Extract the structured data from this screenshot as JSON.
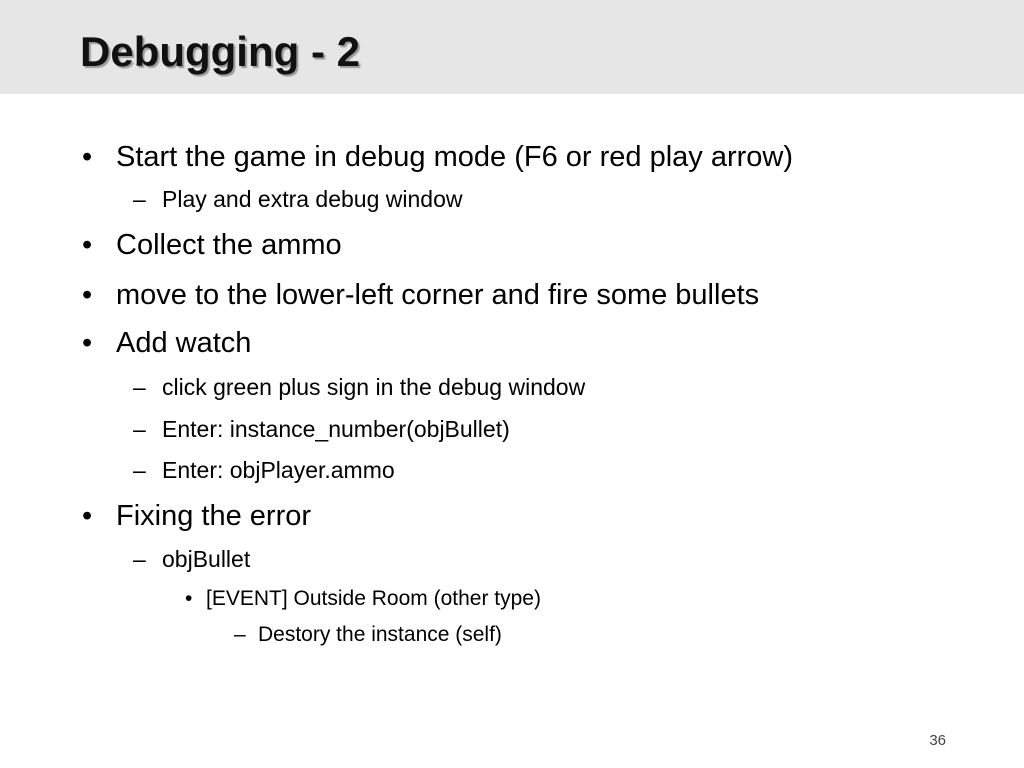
{
  "slide": {
    "title": "Debugging - 2",
    "page_number": "36"
  },
  "bullets": [
    {
      "marker": "•",
      "text": "Start the game in debug mode (F6 or red play arrow)"
    },
    {
      "marker": "–",
      "text": "Play and extra debug window"
    },
    {
      "marker": "•",
      "text": "Collect the ammo"
    },
    {
      "marker": "•",
      "text": "move to the lower-left corner and fire some bullets"
    },
    {
      "marker": "•",
      "text": "Add watch"
    },
    {
      "marker": "–",
      "text": "click green plus sign in the debug window"
    },
    {
      "marker": "–",
      "text": "Enter: instance_number(objBullet)"
    },
    {
      "marker": "–",
      "text": "Enter: objPlayer.ammo"
    },
    {
      "marker": "•",
      "text": "Fixing the error"
    },
    {
      "marker": "–",
      "text": "objBullet"
    },
    {
      "marker": "•",
      "text": "[EVENT] Outside Room  (other type)"
    },
    {
      "marker": "–",
      "text": "Destory the instance (self)"
    }
  ]
}
